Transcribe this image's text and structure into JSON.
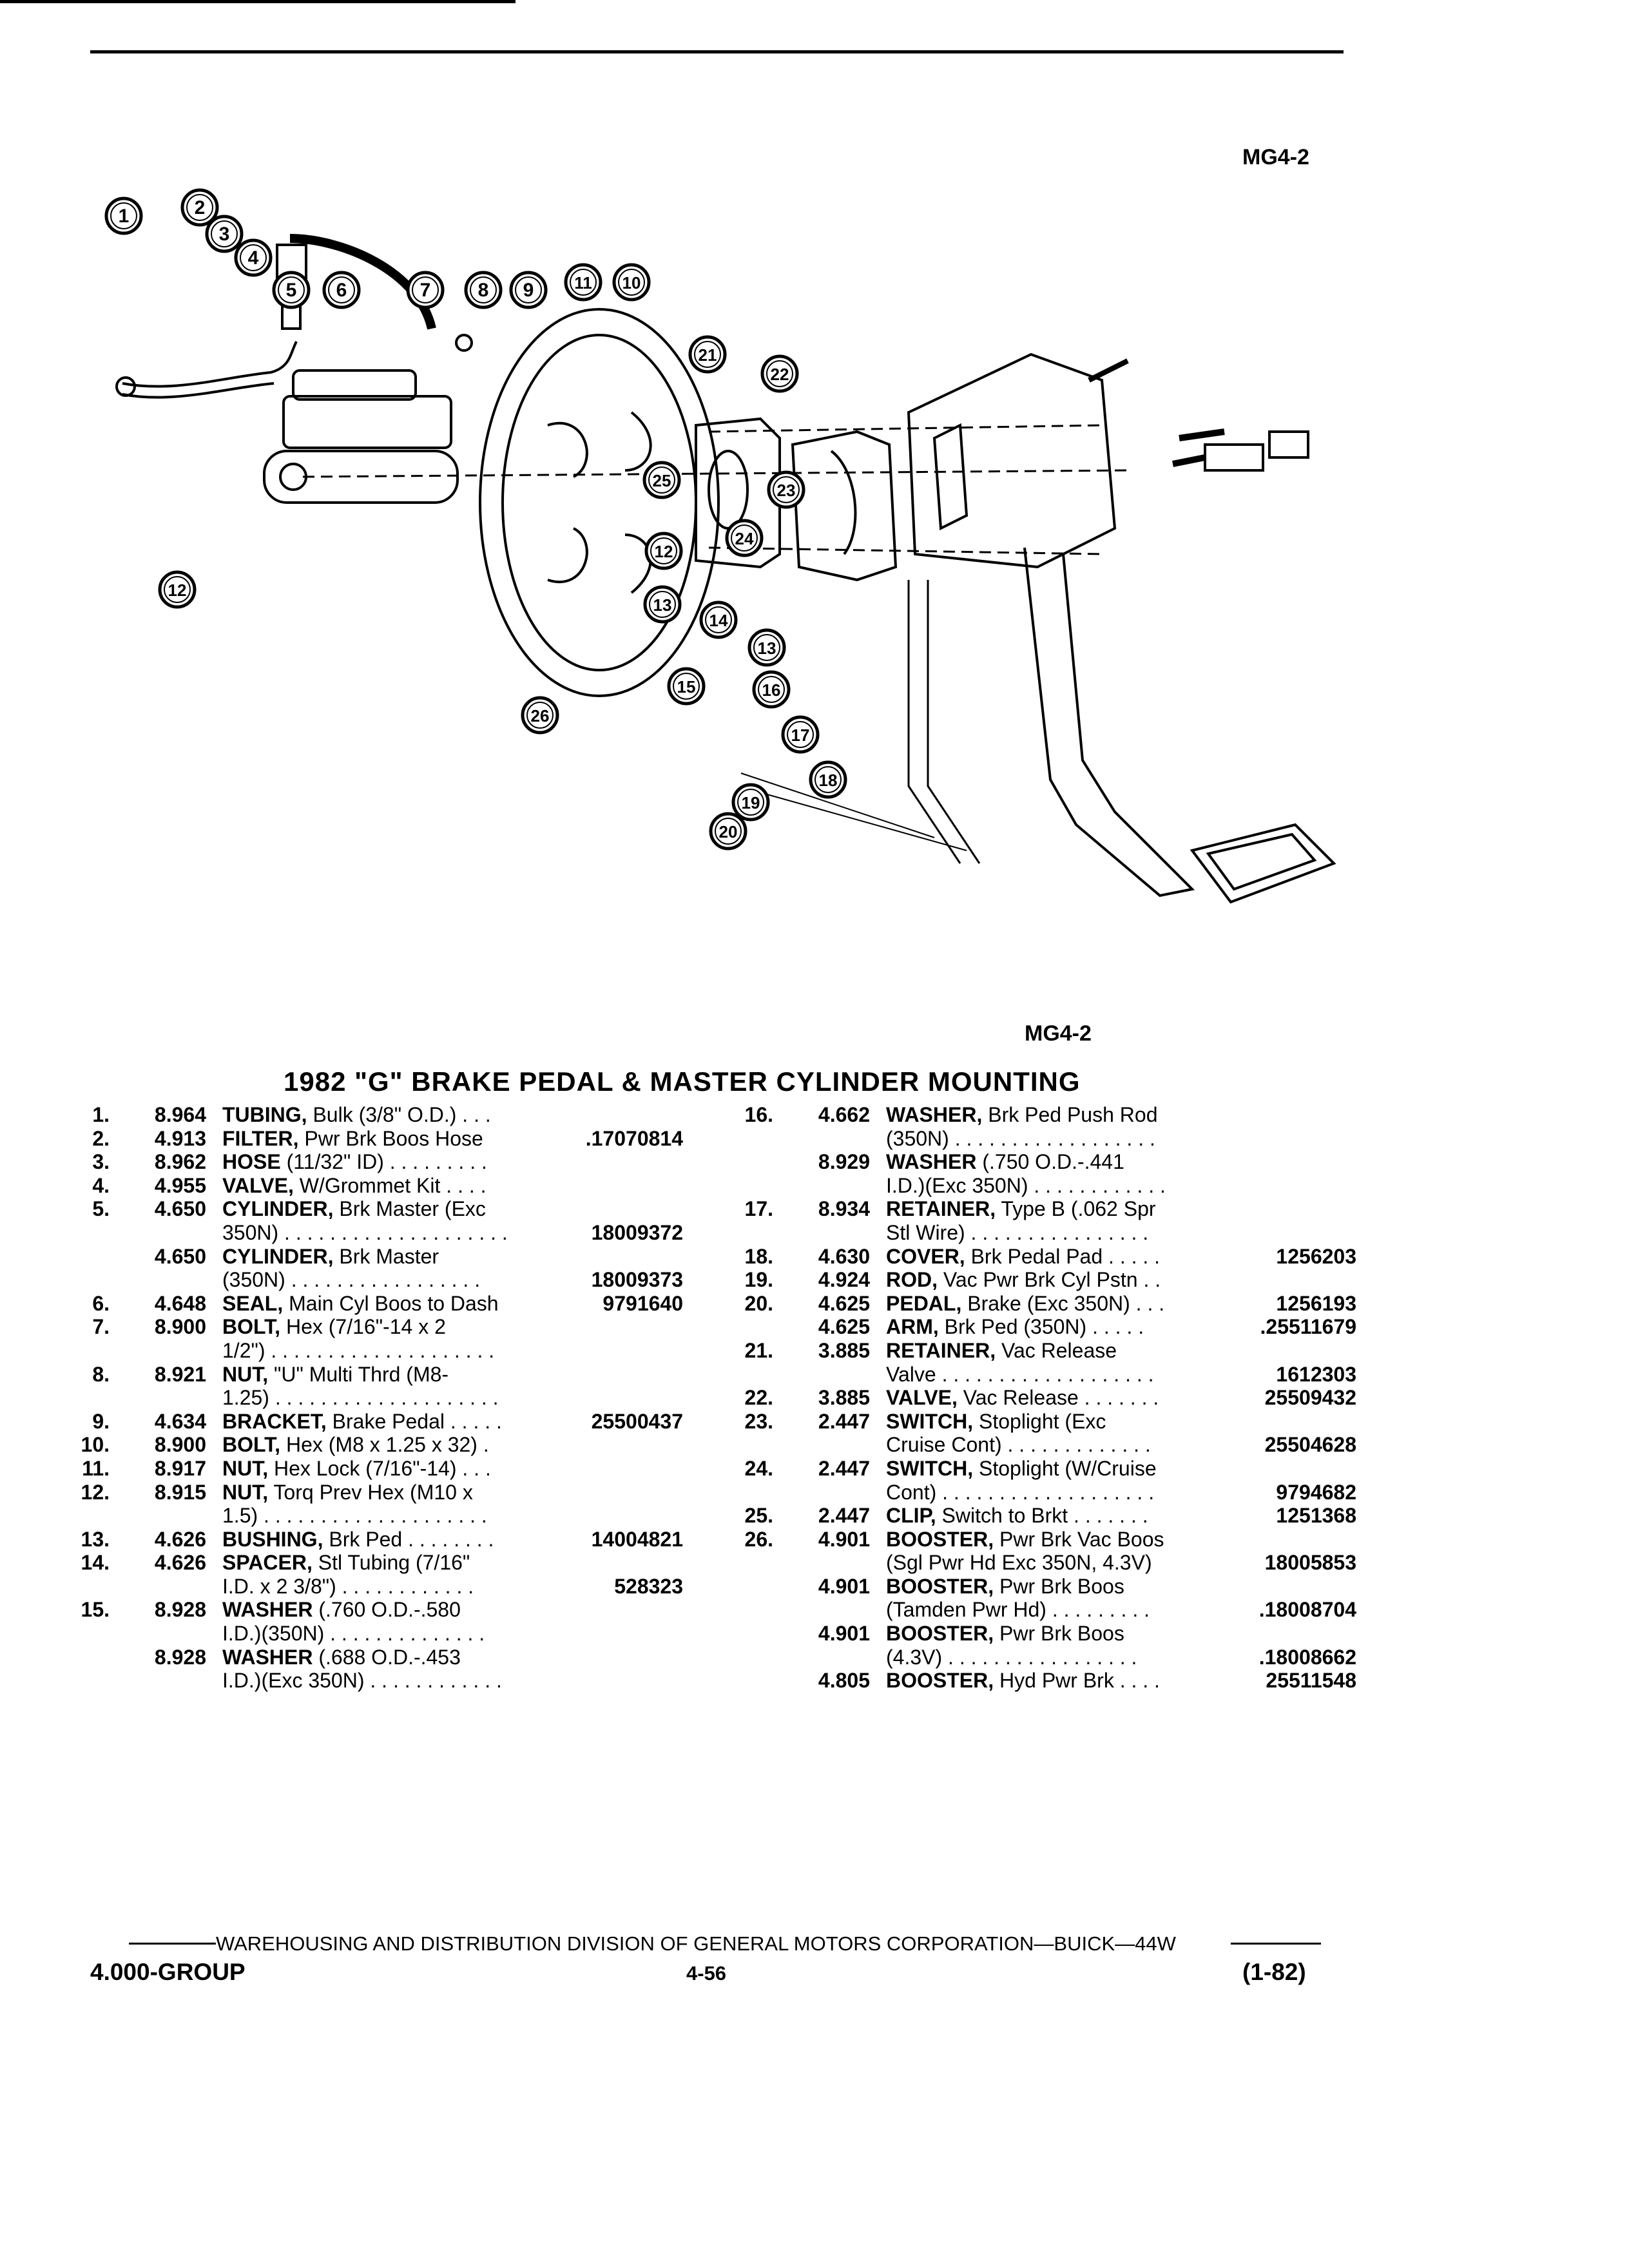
{
  "header": {
    "ref_top": "MG4-2",
    "ref_bottom": "MG4-2"
  },
  "title": "1982 \"G\" BRAKE PEDAL & MASTER CYLINDER MOUNTING",
  "diagram": {
    "callouts": [
      "1",
      "2",
      "3",
      "4",
      "5",
      "6",
      "7",
      "8",
      "9",
      "11",
      "10",
      "21",
      "22",
      "25",
      "23",
      "24",
      "12",
      "12",
      "13",
      "14",
      "13",
      "15",
      "16",
      "17",
      "18",
      "19",
      "20",
      "26"
    ]
  },
  "parts_left": [
    {
      "num": "1.",
      "code": "8.964",
      "name": "TUBING,",
      "desc": "Bulk (3/8\" O.D.) . . .",
      "pn": ""
    },
    {
      "num": "2.",
      "code": "4.913",
      "name": "FILTER,",
      "desc": "Pwr Brk Boos Hose",
      "pn": ".17070814"
    },
    {
      "num": "3.",
      "code": "8.962",
      "name": "HOSE",
      "desc": "(11/32\" ID) . . . . . . . . .",
      "pn": ""
    },
    {
      "num": "4.",
      "code": "4.955",
      "name": "VALVE,",
      "desc": "W/Grommet Kit . . . .",
      "pn": ""
    },
    {
      "num": "5.",
      "code": "4.650",
      "name": "CYLINDER,",
      "desc": "Brk Master (Exc",
      "pn": ""
    },
    {
      "num": "",
      "code": "",
      "name": "",
      "desc": "350N) . . . . . . . . . . . . . . . . . . . .",
      "pn": "18009372"
    },
    {
      "num": "",
      "code": "4.650",
      "name": "CYLINDER,",
      "desc": "Brk Master",
      "pn": ""
    },
    {
      "num": "",
      "code": "",
      "name": "",
      "desc": "(350N) . . . . . . . . . . . . . . . . .",
      "pn": "18009373"
    },
    {
      "num": "6.",
      "code": "4.648",
      "name": "SEAL,",
      "desc": "Main Cyl Boos to Dash",
      "pn": "9791640"
    },
    {
      "num": "7.",
      "code": "8.900",
      "name": "BOLT,",
      "desc": "Hex (7/16\"-14 x 2",
      "pn": ""
    },
    {
      "num": "",
      "code": "",
      "name": "",
      "desc": "1/2\") . . . . . . . . . . . . . . . . . . . .",
      "pn": ""
    },
    {
      "num": "8.",
      "code": "8.921",
      "name": "NUT,",
      "desc": "\"U\" Multi Thrd (M8-",
      "pn": ""
    },
    {
      "num": "",
      "code": "",
      "name": "",
      "desc": "1.25) . . . . . . . . . . . . . . . . . . . .",
      "pn": ""
    },
    {
      "num": "9.",
      "code": "4.634",
      "name": "BRACKET,",
      "desc": "Brake Pedal . . . . .",
      "pn": "25500437"
    },
    {
      "num": "10.",
      "code": "8.900",
      "name": "BOLT,",
      "desc": "Hex (M8 x 1.25 x 32) .",
      "pn": ""
    },
    {
      "num": "11.",
      "code": "8.917",
      "name": "NUT,",
      "desc": "Hex Lock (7/16\"-14) . . .",
      "pn": ""
    },
    {
      "num": "12.",
      "code": "8.915",
      "name": "NUT,",
      "desc": "Torq Prev Hex (M10 x",
      "pn": ""
    },
    {
      "num": "",
      "code": "",
      "name": "",
      "desc": "1.5) . . . . . . . . . . . . . . . . . . . .",
      "pn": ""
    },
    {
      "num": "13.",
      "code": "4.626",
      "name": "BUSHING,",
      "desc": "Brk Ped . . . . . . . .",
      "pn": "14004821"
    },
    {
      "num": "14.",
      "code": "4.626",
      "name": "SPACER,",
      "desc": "Stl Tubing (7/16\"",
      "pn": ""
    },
    {
      "num": "",
      "code": "",
      "name": "",
      "desc": "I.D. x 2 3/8\") . . . . . . . . . . . .",
      "pn": "528323"
    },
    {
      "num": "15.",
      "code": "8.928",
      "name": "WASHER",
      "desc": "(.760 O.D.-.580",
      "pn": ""
    },
    {
      "num": "",
      "code": "",
      "name": "",
      "desc": "I.D.)(350N) . . . . . . . . . . . . . .",
      "pn": ""
    },
    {
      "num": "",
      "code": "8.928",
      "name": "WASHER",
      "desc": "(.688 O.D.-.453",
      "pn": ""
    },
    {
      "num": "",
      "code": "",
      "name": "",
      "desc": "I.D.)(Exc 350N) . . . . . . . . . . . .",
      "pn": ""
    }
  ],
  "parts_right": [
    {
      "num": "16.",
      "code": "4.662",
      "name": "WASHER,",
      "desc": "Brk Ped Push Rod",
      "pn": ""
    },
    {
      "num": "",
      "code": "",
      "name": "",
      "desc": "(350N) . . . . . . . . . . . . . . . . . .",
      "pn": ""
    },
    {
      "num": "",
      "code": "8.929",
      "name": "WASHER",
      "desc": "(.750 O.D.-.441",
      "pn": ""
    },
    {
      "num": "",
      "code": "",
      "name": "",
      "desc": "I.D.)(Exc 350N) . . . . . . . . . . . .",
      "pn": ""
    },
    {
      "num": "17.",
      "code": "8.934",
      "name": "RETAINER,",
      "desc": "Type B (.062 Spr",
      "pn": ""
    },
    {
      "num": "",
      "code": "",
      "name": "",
      "desc": "Stl Wire) . . . . . . . . . . . . . . . .",
      "pn": ""
    },
    {
      "num": "18.",
      "code": "4.630",
      "name": "COVER,",
      "desc": "Brk Pedal Pad . . . . .",
      "pn": "1256203"
    },
    {
      "num": "19.",
      "code": "4.924",
      "name": "ROD,",
      "desc": "Vac Pwr Brk Cyl Pstn . .",
      "pn": ""
    },
    {
      "num": "20.",
      "code": "4.625",
      "name": "PEDAL,",
      "desc": "Brake (Exc 350N) . . .",
      "pn": "1256193"
    },
    {
      "num": "",
      "code": "4.625",
      "name": "ARM,",
      "desc": "Brk Ped (350N) . . . . .",
      "pn": ".25511679"
    },
    {
      "num": "21.",
      "code": "3.885",
      "name": "RETAINER,",
      "desc": "Vac Release",
      "pn": ""
    },
    {
      "num": "",
      "code": "",
      "name": "",
      "desc": "Valve . . . . . . . . . . . . . . . . . . .",
      "pn": "1612303"
    },
    {
      "num": "22.",
      "code": "3.885",
      "name": "VALVE,",
      "desc": "Vac Release . . . . . . .",
      "pn": "25509432"
    },
    {
      "num": "23.",
      "code": "2.447",
      "name": "SWITCH,",
      "desc": "Stoplight (Exc",
      "pn": ""
    },
    {
      "num": "",
      "code": "",
      "name": "",
      "desc": "Cruise Cont) . . . . . . . . . . . . .",
      "pn": "25504628"
    },
    {
      "num": "24.",
      "code": "2.447",
      "name": "SWITCH,",
      "desc": "Stoplight (W/Cruise",
      "pn": ""
    },
    {
      "num": "",
      "code": "",
      "name": "",
      "desc": "Cont) . . . . . . . . . . . . . . . . . . .",
      "pn": "9794682"
    },
    {
      "num": "25.",
      "code": "2.447",
      "name": "CLIP,",
      "desc": "Switch to Brkt . . . . . . .",
      "pn": "1251368"
    },
    {
      "num": "26.",
      "code": "4.901",
      "name": "BOOSTER,",
      "desc": "Pwr Brk Vac Boos",
      "pn": ""
    },
    {
      "num": "",
      "code": "",
      "name": "",
      "desc": "(Sgl Pwr Hd Exc 350N, 4.3V)",
      "pn": "18005853"
    },
    {
      "num": "",
      "code": "4.901",
      "name": "BOOSTER,",
      "desc": "Pwr Brk Boos",
      "pn": ""
    },
    {
      "num": "",
      "code": "",
      "name": "",
      "desc": "(Tamden Pwr Hd) . . . . . . . . .",
      "pn": ".18008704"
    },
    {
      "num": "",
      "code": "4.901",
      "name": "BOOSTER,",
      "desc": "Pwr Brk Boos",
      "pn": ""
    },
    {
      "num": "",
      "code": "",
      "name": "",
      "desc": "(4.3V) . . . . . . . . . . . . . . . . .",
      "pn": ".18008662"
    },
    {
      "num": "",
      "code": "4.805",
      "name": "BOOSTER,",
      "desc": "Hyd Pwr Brk . . . .",
      "pn": "25511548"
    }
  ],
  "footer": {
    "division": "WAREHOUSING AND DISTRIBUTION  DIVISION OF GENERAL MOTORS CORPORATION—BUICK—44W",
    "group": "4.000-GROUP",
    "page": "4-56",
    "date": "(1-82)"
  }
}
